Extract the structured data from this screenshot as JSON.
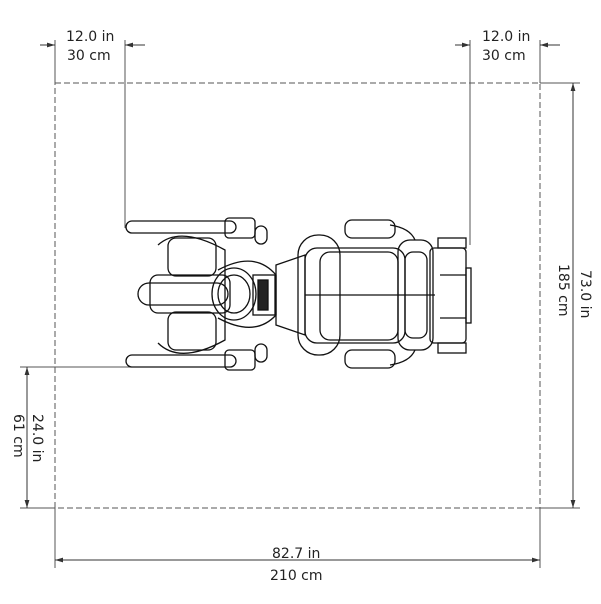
{
  "dimensions": {
    "top_left": {
      "in": "12.0 in",
      "cm": "30 cm"
    },
    "top_right": {
      "in": "12.0 in",
      "cm": "30 cm"
    },
    "right_height": {
      "in": "73.0 in",
      "cm": "185 cm"
    },
    "left_clearance": {
      "in": "24.0 in",
      "cm": "61 cm"
    },
    "bottom_width": {
      "in": "82.7 in",
      "cm": "210 cm"
    }
  }
}
